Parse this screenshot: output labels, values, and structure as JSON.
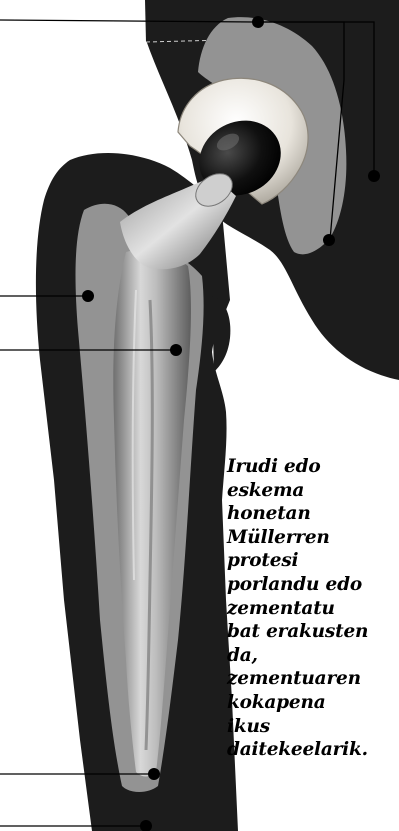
{
  "figure": {
    "caption_lines": [
      "Irudi edo",
      "eskema",
      "honetan",
      "Müllerren",
      "protesi",
      "porlandu edo",
      "zementatu",
      "bat erakusten",
      "da,",
      "zementuaren",
      "kokapena",
      "ikus",
      "daitekeelarik."
    ],
    "colors": {
      "background": "#ffffff",
      "bone": "#1c1c1c",
      "cement": "#939393",
      "implant_metal": "#bdbdbd",
      "acetabular_cup": "#e6e2da",
      "femoral_head": "#0b0b0b",
      "leader_line": "#000000"
    }
  }
}
